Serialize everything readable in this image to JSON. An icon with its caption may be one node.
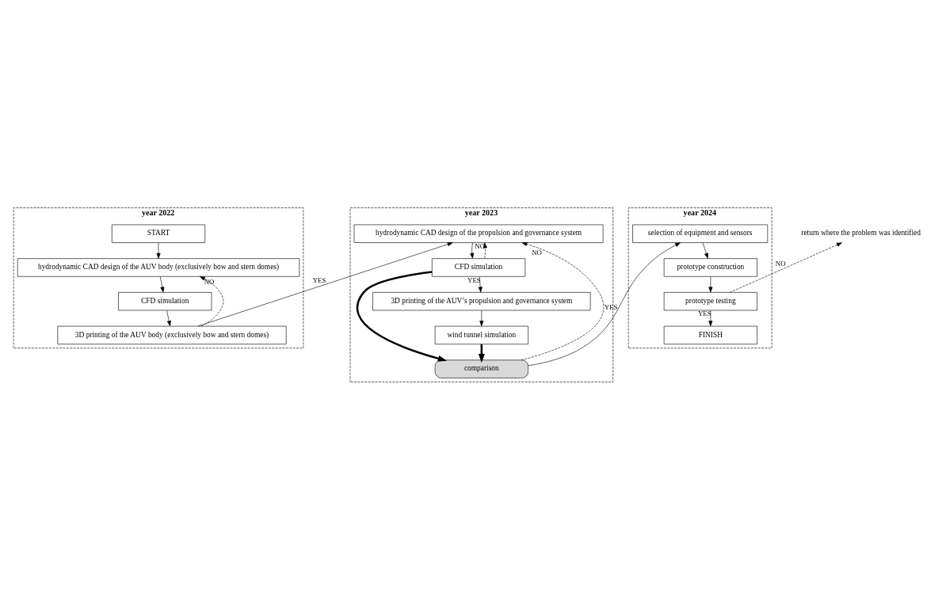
{
  "diagram": {
    "nodes": [
      {
        "text": [
          "year 2022"
        ]
      },
      {
        "text": [
          "START"
        ],
        "in": 0
      },
      {
        "text": [
          "hydrodynamic CAD design of the AUV body (exclusively bow and stern domes)"
        ],
        "in": 0
      },
      {
        "text": [
          "CFD simulation"
        ],
        "in": 0
      },
      {
        "text": [
          "3D printing of the AUV body (exclusively bow and stern domes)"
        ],
        "in": 0
      },
      {
        "text": [
          "year 2023"
        ]
      },
      {
        "text": [
          "hydrodynamic CAD design of the propulsion and governance system"
        ],
        "in": 5
      },
      {
        "text": [
          "CFD simulation"
        ],
        "in": 5
      },
      {
        "text": [
          "comparison"
        ],
        "in": 5
      },
      {
        "text": [
          "3D printing of the AUV’s propulsion and governance system"
        ],
        "in": 5
      },
      {
        "text": [
          "wind tunnel simulation"
        ],
        "in": 5
      },
      {
        "text": [
          "year 2024"
        ]
      },
      {
        "text": [
          "selection of equipment and sensors"
        ],
        "in": 11
      },
      {
        "text": [
          "prototype construction"
        ],
        "in": 11
      },
      {
        "text": [
          "prototype testing"
        ],
        "in": 11
      },
      {
        "text": [
          "FINISH"
        ],
        "in": 11
      },
      {
        "text": [
          "return where the problem was identified"
        ]
      }
    ],
    "edges": [
      {
        "from": 1,
        "to": 2,
        "arrow": "to"
      },
      {
        "from": 2,
        "to": 3,
        "arrow": "to"
      },
      {
        "from": 3,
        "to": 4,
        "arrow": "to"
      },
      {
        "from": 4,
        "to": 2,
        "arrow": "to",
        "label": "NO",
        "style": "dashed"
      },
      {
        "from": 4,
        "to": 6,
        "arrow": "to",
        "label": "YES"
      },
      {
        "from": 6,
        "to": 7,
        "arrow": "to"
      },
      {
        "from": 7,
        "to": 6,
        "arrow": "to",
        "label": "NO",
        "style": "dashed"
      },
      {
        "from": 7,
        "to": 9,
        "arrow": "to",
        "label": "YES"
      },
      {
        "from": 7,
        "to": 8,
        "arrow": "to",
        "style": "thick"
      },
      {
        "from": 9,
        "to": 10,
        "arrow": "to"
      },
      {
        "from": 10,
        "to": 8,
        "arrow": "to",
        "style": "thick"
      },
      {
        "from": 8,
        "to": 6,
        "arrow": "to",
        "label": "NO",
        "style": "dashed"
      },
      {
        "from": 8,
        "to": 12,
        "arrow": "to",
        "label": "YES"
      },
      {
        "from": 12,
        "to": 13,
        "arrow": "to"
      },
      {
        "from": 13,
        "to": 14,
        "arrow": "to"
      },
      {
        "from": 14,
        "to": 16,
        "arrow": "to",
        "label": "NO",
        "style": "dashed"
      },
      {
        "from": 14,
        "to": 15,
        "arrow": "to",
        "label": "YES"
      }
    ]
  }
}
